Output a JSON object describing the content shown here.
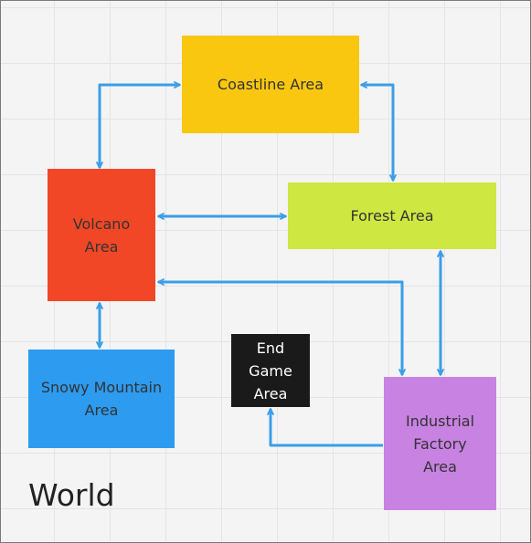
{
  "diagram": {
    "title": "World",
    "connector_color": "#3a9ee8",
    "nodes": {
      "coastline": {
        "label": "Coastline Area",
        "color": "#fac710"
      },
      "forest": {
        "label": "Forest Area",
        "color": "#cee741"
      },
      "volcano": {
        "label": "Volcano\nArea",
        "color": "#f24726"
      },
      "snowy": {
        "label": "Snowy Mountain\nArea",
        "color": "#2d9bf0"
      },
      "endgame": {
        "label": "End\nGame\nArea",
        "color": "#1a1a1a"
      },
      "industrial": {
        "label": "Industrial\nFactory\nArea",
        "color": "#c882e2"
      }
    },
    "edges": [
      {
        "from": "Volcano Area",
        "to": "Coastline Area",
        "direction": "both"
      },
      {
        "from": "Coastline Area",
        "to": "Forest Area",
        "direction": "both"
      },
      {
        "from": "Volcano Area",
        "to": "Forest Area",
        "direction": "both"
      },
      {
        "from": "Volcano Area",
        "to": "Snowy Mountain Area",
        "direction": "both"
      },
      {
        "from": "Volcano Area",
        "to": "Industrial Factory Area",
        "direction": "both"
      },
      {
        "from": "Forest Area",
        "to": "Industrial Factory Area",
        "direction": "both"
      },
      {
        "from": "Industrial Factory Area",
        "to": "End Game Area",
        "direction": "forward"
      }
    ]
  }
}
